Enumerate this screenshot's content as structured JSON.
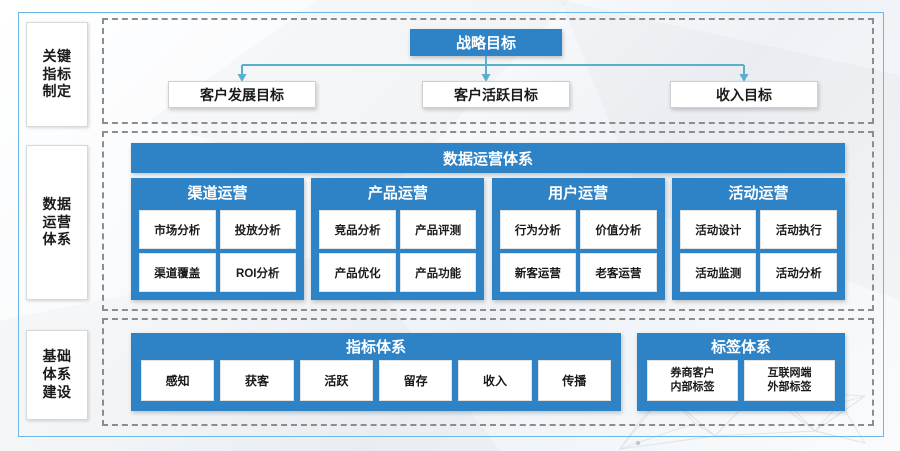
{
  "frame": {
    "accent": "#2e82c6",
    "connector_color": "#5aafcf",
    "dash_color": "#8d8d8d"
  },
  "sections": [
    {
      "label": "关键\n指标\n制定",
      "name": "key-indicator-definition"
    },
    {
      "label": "数据\n运营\n体系",
      "name": "data-operation-system"
    },
    {
      "label": "基础\n体系\n建设",
      "name": "foundation-system-construction"
    }
  ],
  "strategy": {
    "root": "战略目标",
    "children": [
      "客户发展目标",
      "客户活跃目标",
      "收入目标"
    ]
  },
  "data_ops": {
    "banner": "数据运营体系",
    "columns": [
      {
        "title": "渠道运营",
        "cells": [
          "市场分析",
          "投放分析",
          "渠道覆盖",
          "ROI分析"
        ]
      },
      {
        "title": "产品运营",
        "cells": [
          "竞品分析",
          "产品评测",
          "产品优化",
          "产品功能"
        ]
      },
      {
        "title": "用户运营",
        "cells": [
          "行为分析",
          "价值分析",
          "新客运营",
          "老客运营"
        ]
      },
      {
        "title": "活动运营",
        "cells": [
          "活动设计",
          "活动执行",
          "活动监测",
          "活动分析"
        ]
      }
    ]
  },
  "foundation": {
    "indicator_panel": {
      "title": "指标体系",
      "items": [
        "感知",
        "获客",
        "活跃",
        "留存",
        "收入",
        "传播"
      ]
    },
    "tag_panel": {
      "title": "标签体系",
      "items": [
        "券商客户\n内部标签",
        "互联网端\n外部标签"
      ]
    }
  }
}
